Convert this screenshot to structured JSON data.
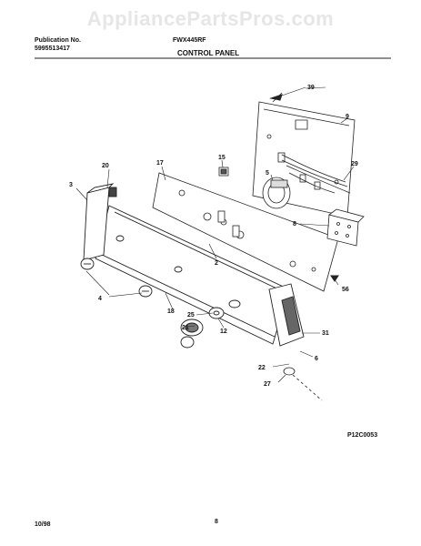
{
  "watermark": "AppliancePartsPros.com",
  "header": {
    "publication_label": "Publication No.",
    "publication_number": "5995513417",
    "model": "FWX445RF",
    "section": "CONTROL PANEL"
  },
  "diagram_code": "P12C0053",
  "footer": {
    "date": "10/98",
    "page": "8"
  },
  "callouts": [
    "39",
    "9",
    "29",
    "15",
    "5",
    "17",
    "20",
    "3",
    "8",
    "2",
    "56",
    "4",
    "18",
    "25",
    "21",
    "12",
    "31",
    "6",
    "22",
    "27"
  ]
}
